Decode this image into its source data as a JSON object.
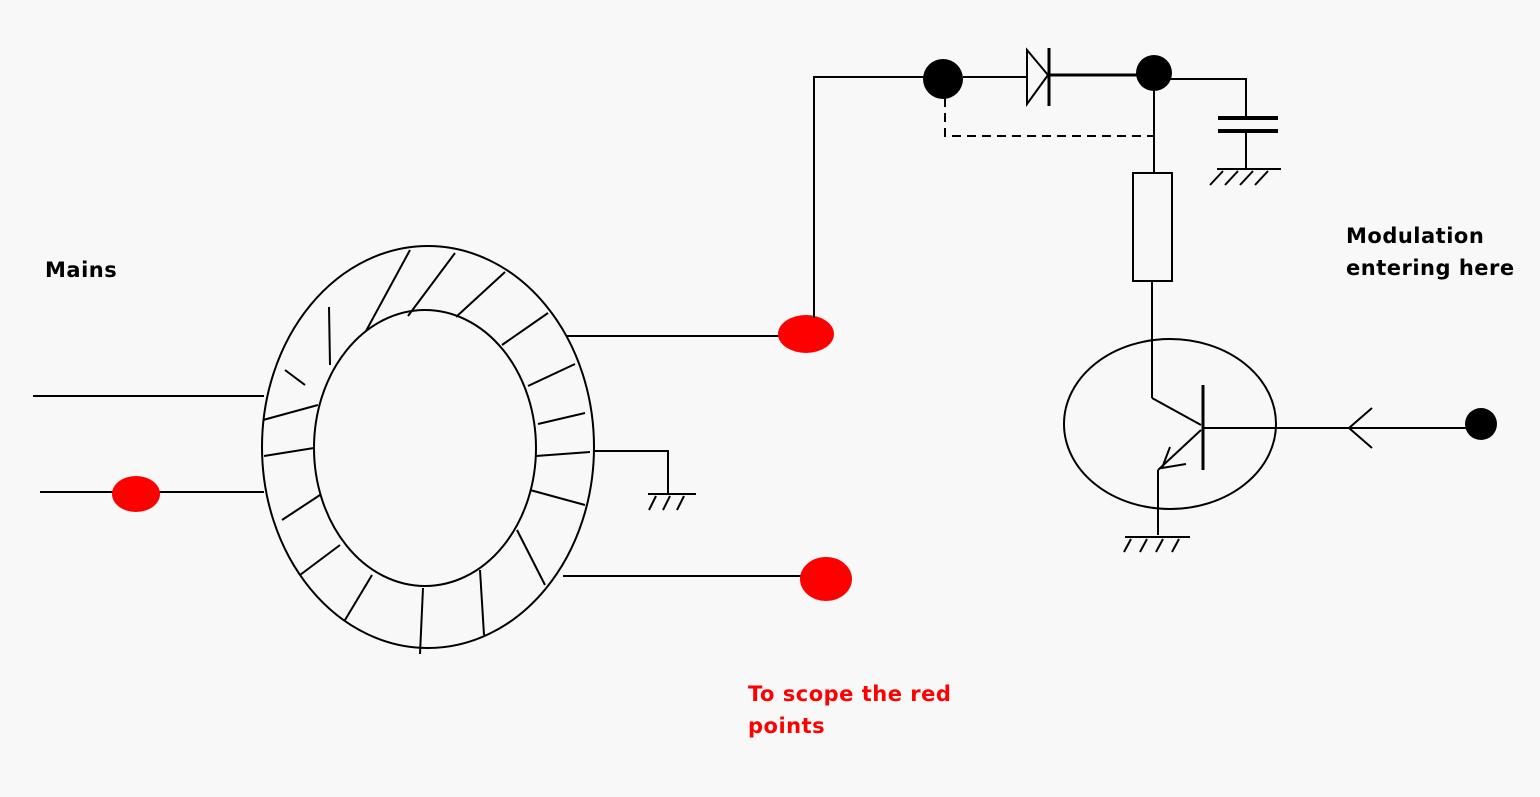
{
  "labels": {
    "mains": "Mains",
    "modulation_line1": "Modulation",
    "modulation_line2": "entering here",
    "scope_line1": "To scope the red",
    "scope_line2": "points"
  },
  "colors": {
    "background": "#f8f8f8",
    "wire": "#000000",
    "red_point": "#ff0000",
    "black_node": "#000000",
    "scope_text": "#ff0000",
    "label_text": "#000000"
  },
  "components": [
    "toroidal-transformer",
    "diode",
    "capacitor",
    "resistor",
    "npn-transistor",
    "ground-symbol"
  ]
}
